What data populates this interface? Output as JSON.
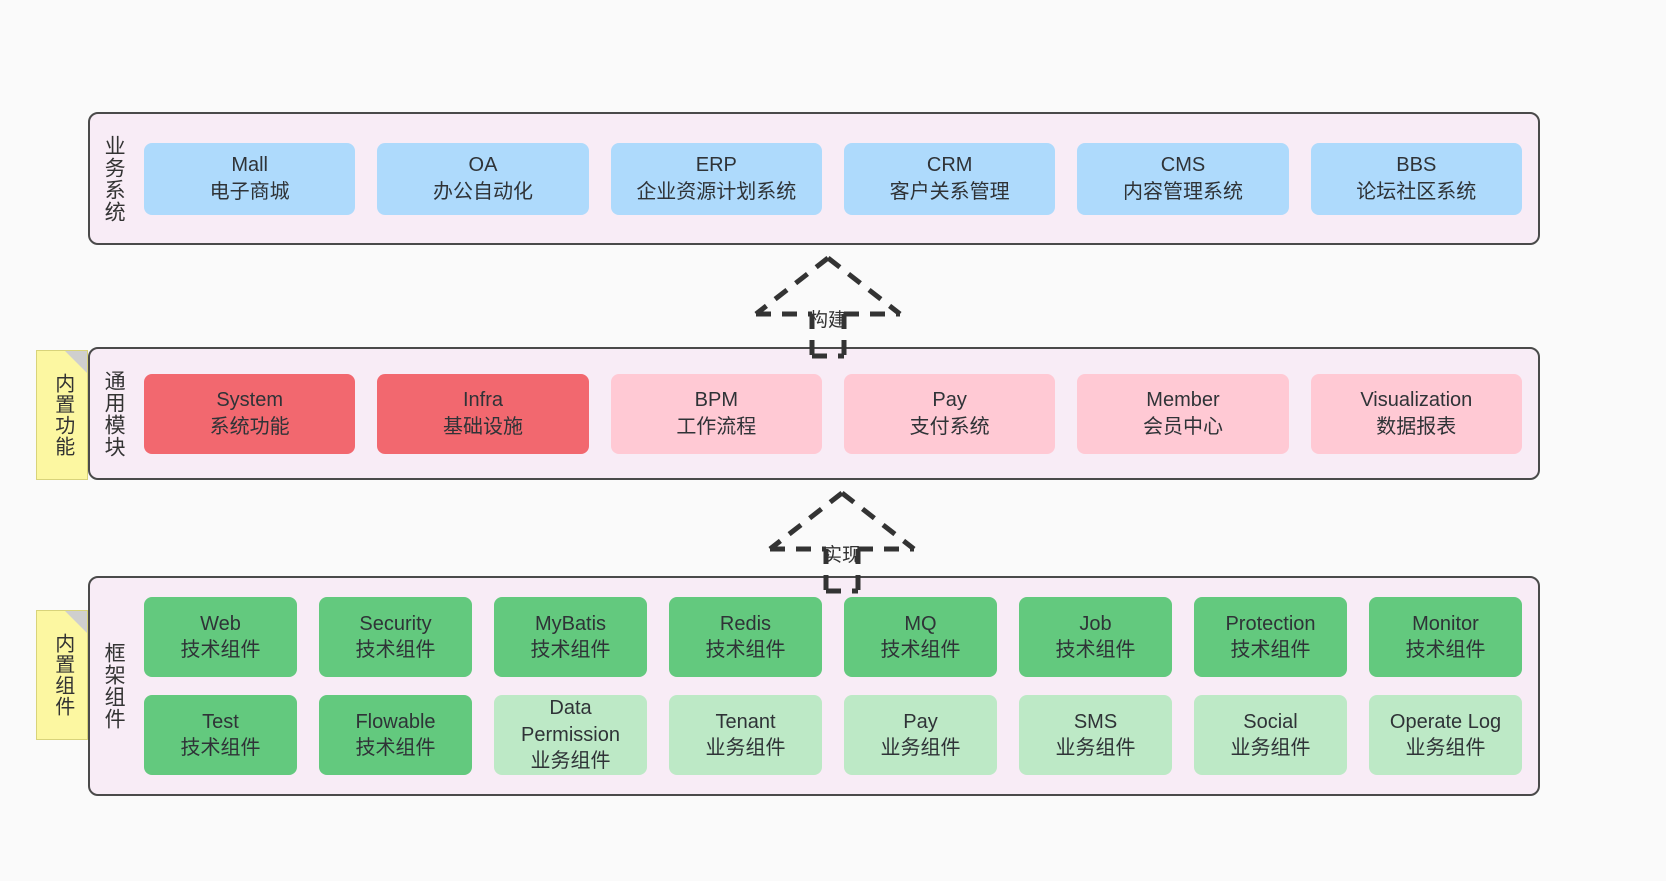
{
  "notes": [
    {
      "id": "builtin-functions",
      "label": "内置功能"
    },
    {
      "id": "builtin-components",
      "label": "内置组件"
    }
  ],
  "connectors": [
    {
      "id": "build",
      "label": "构建",
      "style": "dashed-hollow-arrow-up"
    },
    {
      "id": "realize",
      "label": "实现",
      "style": "dashed-hollow-arrow-up"
    }
  ],
  "colors": {
    "canvas": "#fafafa",
    "band_background": "#f8ecf6",
    "band_border": "#4a4a4a",
    "blue": "#aedafc",
    "red": "#f2686f",
    "pink": "#ffc9d4",
    "green": "#63c97e",
    "green_light": "#bde9c6",
    "note_yellow": "#fcf7a1",
    "note_fold": "#cfcfcf"
  },
  "bands": [
    {
      "id": "business-system",
      "label": "业务系统",
      "rows": [
        [
          {
            "title": "Mall",
            "subtitle": "电子商城",
            "color": "blue"
          },
          {
            "title": "OA",
            "subtitle": "办公自动化",
            "color": "blue"
          },
          {
            "title": "ERP",
            "subtitle": "企业资源计划系统",
            "color": "blue"
          },
          {
            "title": "CRM",
            "subtitle": "客户关系管理",
            "color": "blue"
          },
          {
            "title": "CMS",
            "subtitle": "内容管理系统",
            "color": "blue"
          },
          {
            "title": "BBS",
            "subtitle": "论坛社区系统",
            "color": "blue"
          }
        ]
      ]
    },
    {
      "id": "common-modules",
      "label": "通用模块",
      "rows": [
        [
          {
            "title": "System",
            "subtitle": "系统功能",
            "color": "red"
          },
          {
            "title": "Infra",
            "subtitle": "基础设施",
            "color": "red"
          },
          {
            "title": "BPM",
            "subtitle": "工作流程",
            "color": "pink"
          },
          {
            "title": "Pay",
            "subtitle": "支付系统",
            "color": "pink"
          },
          {
            "title": "Member",
            "subtitle": "会员中心",
            "color": "pink"
          },
          {
            "title": "Visualization",
            "subtitle": "数据报表",
            "color": "pink"
          }
        ]
      ]
    },
    {
      "id": "framework-components",
      "label": "框架组件",
      "rows": [
        [
          {
            "title": "Web",
            "subtitle": "技术组件",
            "color": "green"
          },
          {
            "title": "Security",
            "subtitle": "技术组件",
            "color": "green"
          },
          {
            "title": "MyBatis",
            "subtitle": "技术组件",
            "color": "green"
          },
          {
            "title": "Redis",
            "subtitle": "技术组件",
            "color": "green"
          },
          {
            "title": "MQ",
            "subtitle": "技术组件",
            "color": "green"
          },
          {
            "title": "Job",
            "subtitle": "技术组件",
            "color": "green"
          },
          {
            "title": "Protection",
            "subtitle": "技术组件",
            "color": "green"
          },
          {
            "title": "Monitor",
            "subtitle": "技术组件",
            "color": "green"
          }
        ],
        [
          {
            "title": "Test",
            "subtitle": "技术组件",
            "color": "green"
          },
          {
            "title": "Flowable",
            "subtitle": "技术组件",
            "color": "green"
          },
          {
            "title": "Data Permission",
            "subtitle": "业务组件",
            "color": "green_light"
          },
          {
            "title": "Tenant",
            "subtitle": "业务组件",
            "color": "green_light"
          },
          {
            "title": "Pay",
            "subtitle": "业务组件",
            "color": "green_light"
          },
          {
            "title": "SMS",
            "subtitle": "业务组件",
            "color": "green_light"
          },
          {
            "title": "Social",
            "subtitle": "业务组件",
            "color": "green_light"
          },
          {
            "title": "Operate Log",
            "subtitle": "业务组件",
            "color": "green_light"
          }
        ]
      ]
    }
  ]
}
